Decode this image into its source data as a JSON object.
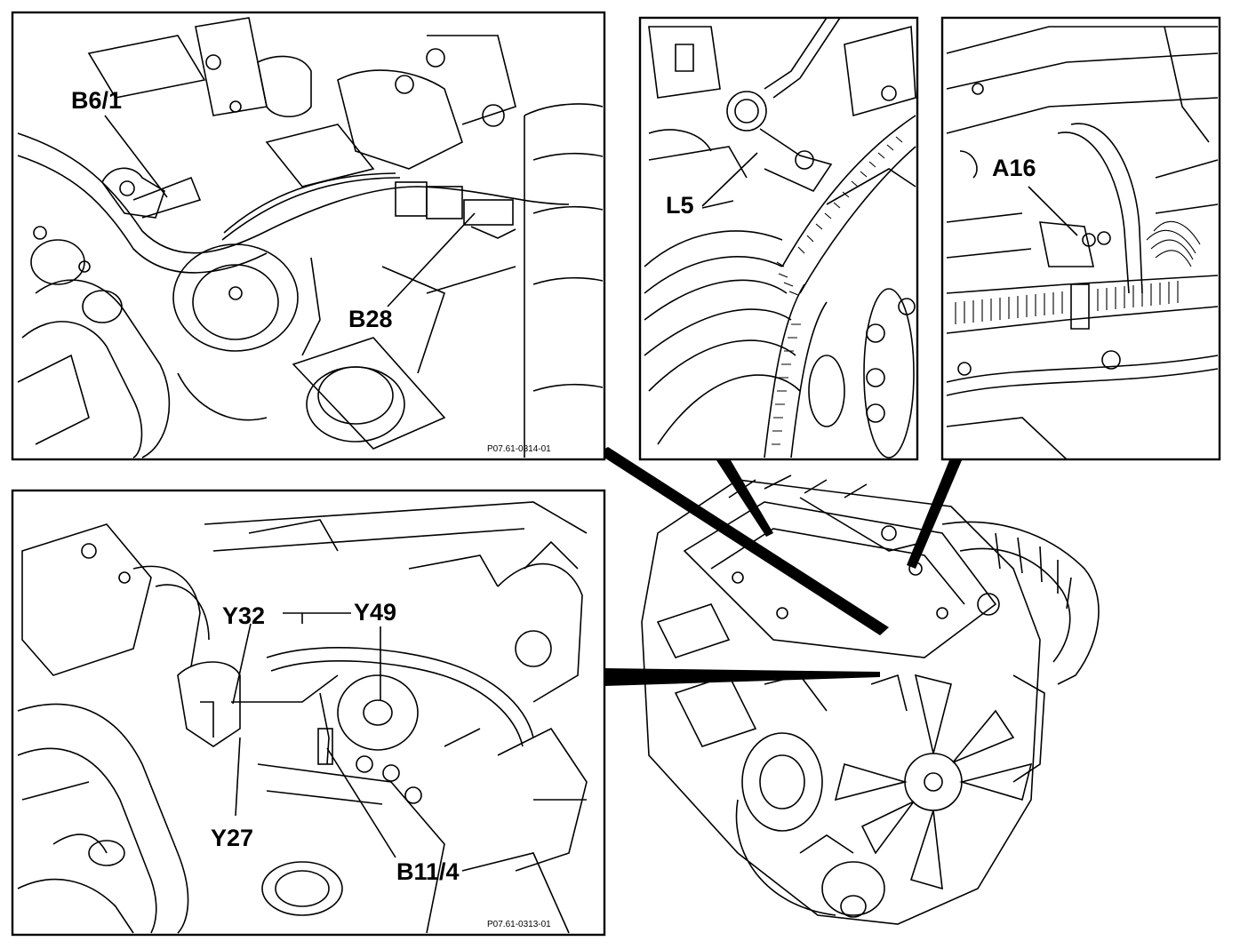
{
  "panels": {
    "top_left": {
      "labels": {
        "b6_1": "B6/1",
        "b28": "B28"
      },
      "ref": "P07.61-0314-01"
    },
    "top_middle": {
      "labels": {
        "l5": "L5"
      }
    },
    "top_right": {
      "labels": {
        "a16": "A16"
      }
    },
    "bottom_left": {
      "labels": {
        "y32": "Y32",
        "y49": "Y49",
        "y27": "Y27",
        "b11_4": "B11/4"
      },
      "ref": "P07.61-0313-01"
    }
  }
}
